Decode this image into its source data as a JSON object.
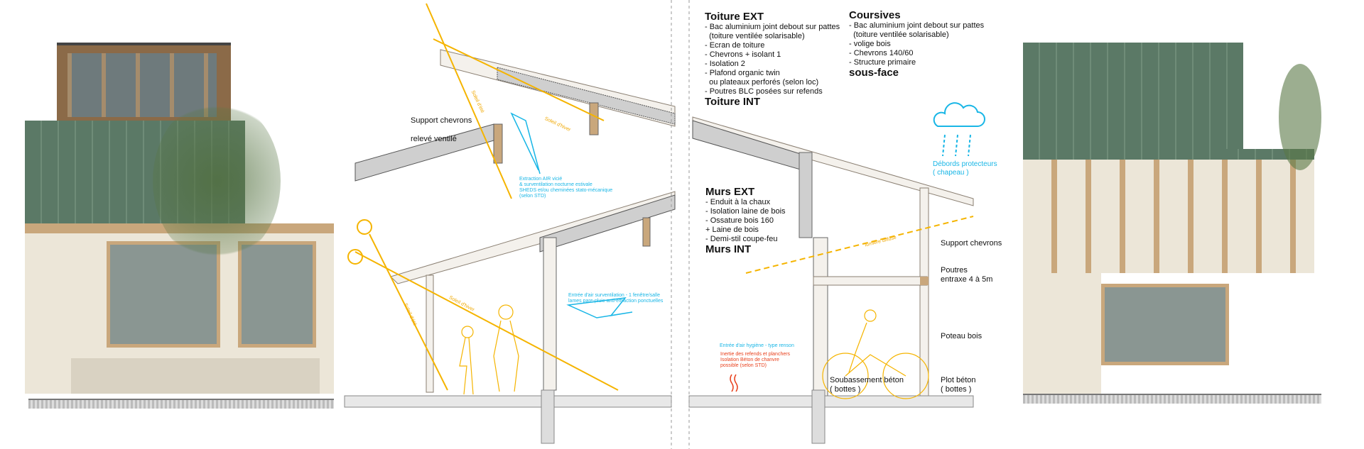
{
  "colors": {
    "roof_green": "#5f7d6a",
    "wood": "#c9a77c",
    "sun": "#f5b400",
    "air": "#19b6e6",
    "heat": "#e8401c",
    "render": "#ece6d8"
  },
  "toiture": {
    "title_ext": "Toiture EXT",
    "items": [
      "- Bac aluminium joint debout sur pattes",
      "  (toiture ventilée solarisable)",
      "- Ecran de toiture",
      "- Chevrons + isolant 1",
      "- Isolation 2",
      "- Plafond organic twin",
      "  ou plateaux perforés (selon loc)",
      "- Poutres BLC posées sur refends"
    ],
    "title_int": "Toiture INT"
  },
  "coursives": {
    "title": "Coursives",
    "items": [
      "- Bac aluminium joint debout sur pattes",
      "  (toiture ventilée solarisable)",
      "- volige bois",
      "- Chevrons 140/60",
      "- Structure primaire"
    ],
    "subtitle": "sous-face"
  },
  "murs": {
    "title_ext": "Murs EXT",
    "items": [
      "- Enduit à la chaux",
      "- Isolation laine de bois",
      "- Ossature bois 160",
      "+ Laine de bois",
      "- Demi-stil coupe-feu"
    ],
    "title_int": "Murs INT"
  },
  "labels": {
    "support_chevrons_left": "Support chevrons",
    "releve_ventile": "relevé ventilé",
    "extraction": "Extraction AIR vicié\n& surventilation nocturne estivale\nSHEDS et/ou cheminées stato-mécanique\n(selon STD)",
    "entree_surventilation": "Entrée d'air surventilation - 1 fenêtre/salle\nlames pare-pluie anti-effraction ponctuelles",
    "soleil_ete": "Soleil d'été",
    "soleil_hiver": "Soleil d'hiver",
    "soleil_ete_2": "Soleil d'été",
    "soleil_hiver_2": "Soleil d'hiver",
    "lumiere_diffuse": "lumière diffuse",
    "debords": "Débords protecteurs\n( chapeau )",
    "entree_hygiene": "Entrée d'air hygiène - type renson",
    "inertie": "Inertie des refends et planchers\nIsolation Béton de chanvre\npossible (selon STD)",
    "support_chevrons_right": "Support chevrons",
    "poutres": "Poutres\nentraxe 4 à 5m",
    "poteau": "Poteau bois",
    "soubassement": "Soubassement béton\n( bottes )",
    "plot": "Plot béton\n( bottes )"
  }
}
